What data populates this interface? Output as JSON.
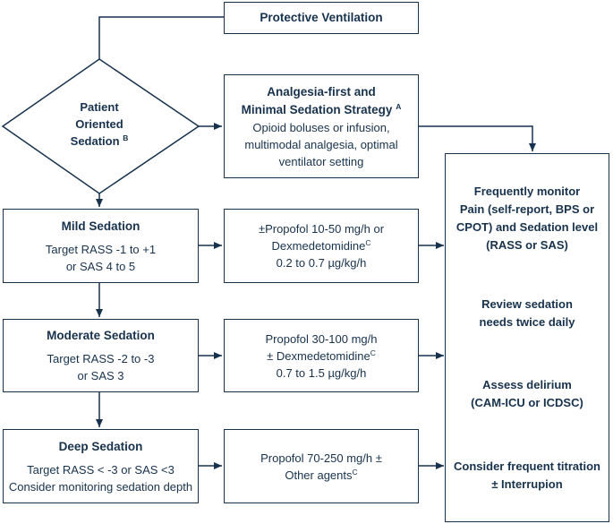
{
  "protective": "Protective Ventilation",
  "decision": {
    "line1": "Patient",
    "line2": "Oriented",
    "line3": "Sedation",
    "sup": "B"
  },
  "analgesia": {
    "title1": "Analgesia-first and",
    "title2": "Minimal Sedation Strategy",
    "title_sup": "A",
    "body1": "Opioid boluses or infusion,",
    "body2": "multimodal analgesia, optimal",
    "body3": "ventilator setting"
  },
  "levels": [
    {
      "title": "Mild Sedation",
      "line1": "Target RASS -1 to +1",
      "line2": "or SAS 4 to 5",
      "drug1": "±Propofol 10-50 mg/h or",
      "drug2": "Dexmedetomidine",
      "drug2_sup": "C",
      "drug3": "0.2 to 0.7 µg/kg/h"
    },
    {
      "title": "Moderate Sedation",
      "line1": "Target RASS -2 to -3",
      "line2": "or SAS 3",
      "drug1": "Propofol 30-100 mg/h",
      "drug2": "± Dexmedetomidine",
      "drug2_sup": "C",
      "drug3": "0.7 to 1.5 µg/kg/h"
    },
    {
      "title": "Deep Sedation",
      "line1": "Target RASS < -3 or SAS <3",
      "line2": "Consider monitoring sedation depth",
      "drug1": "Propofol 70-250 mg/h ±",
      "drug2": "Other agents",
      "drug2_sup": "C",
      "drug3": ""
    }
  ],
  "monitor": {
    "item1": [
      "Frequently monitor",
      "Pain (self-report, BPS or",
      "CPOT) and Sedation level",
      "(RASS or SAS)"
    ],
    "item2": [
      "Review sedation",
      "needs twice daily"
    ],
    "item3": [
      "Assess delirium",
      "(CAM-ICU or ICDSC)"
    ],
    "item4": [
      "Consider frequent titration",
      "± Interrupion"
    ]
  }
}
